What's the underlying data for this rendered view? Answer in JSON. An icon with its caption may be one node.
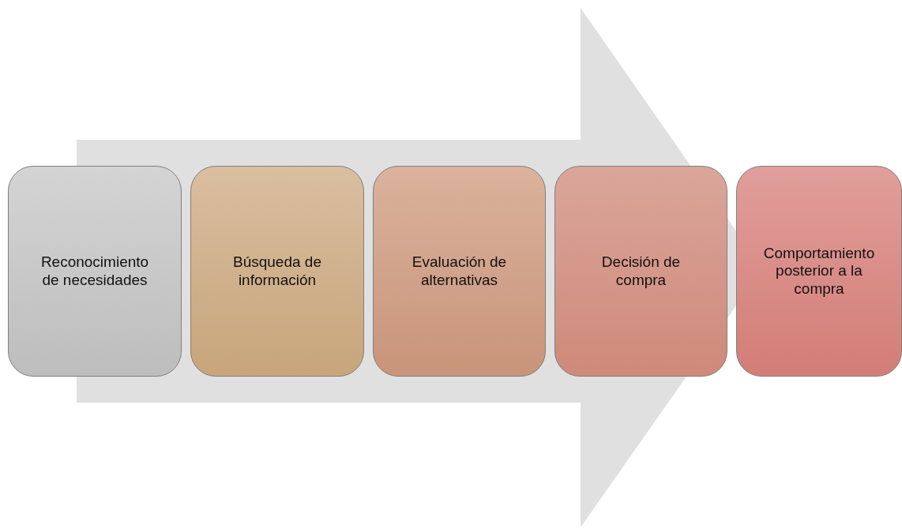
{
  "diagram": {
    "nodes": [
      {
        "text": [
          "Reconocimiento de necesidades"
        ]
      },
      {
        "text": [
          "Búsqueda de información"
        ]
      },
      {
        "text": [
          "Evaluación de alternativas"
        ]
      },
      {
        "text": [
          "Decisión de compra"
        ]
      },
      {
        "text": [
          "Comportamiento posterior a la compra"
        ]
      }
    ],
    "edges": [
      {
        "from": 0,
        "to": 4,
        "arrow": "to"
      }
    ]
  }
}
